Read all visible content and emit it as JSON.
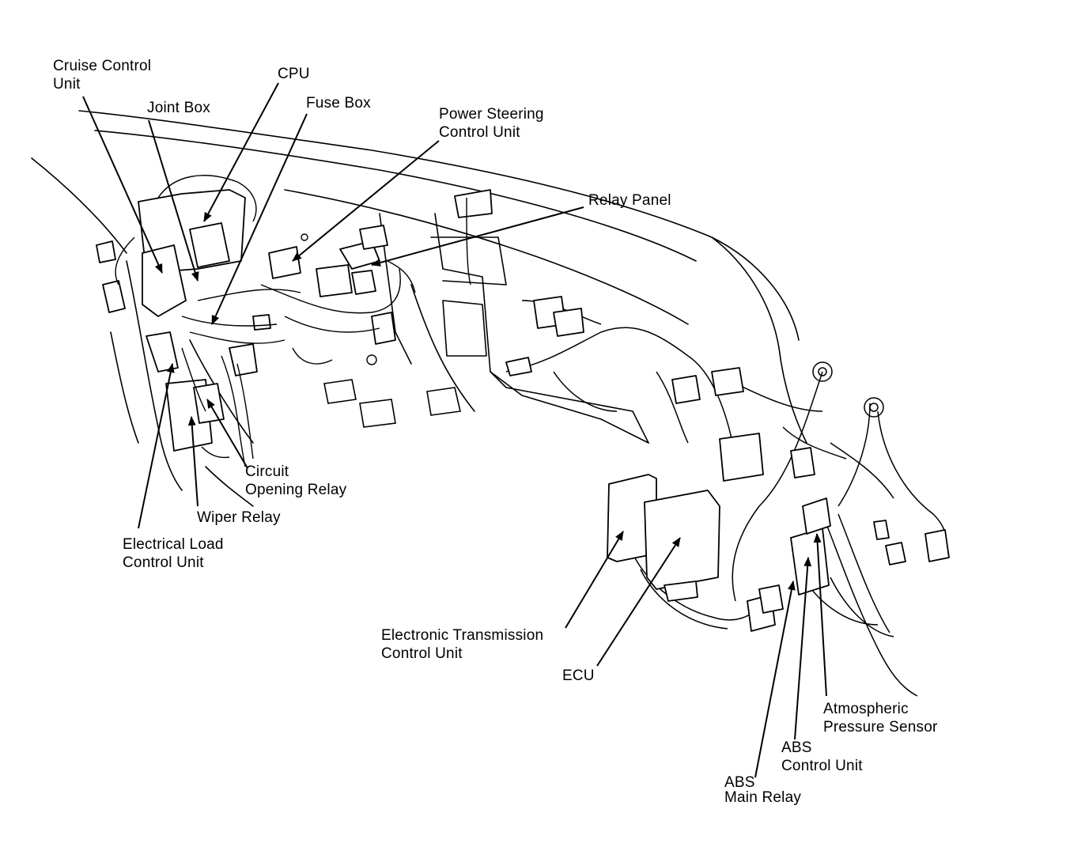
{
  "labels": {
    "cruise_control_unit": {
      "l1": "Cruise Control",
      "l2": "Unit"
    },
    "cpu": {
      "l1": "CPU"
    },
    "joint_box": {
      "l1": "Joint Box"
    },
    "fuse_box": {
      "l1": "Fuse Box"
    },
    "power_steering_control_unit": {
      "l1": "Power Steering",
      "l2": "Control Unit"
    },
    "relay_panel": {
      "l1": "Relay Panel"
    },
    "circuit_opening_relay": {
      "l1": "Circuit",
      "l2": "Opening Relay"
    },
    "wiper_relay": {
      "l1": "Wiper Relay"
    },
    "electrical_load_control_unit": {
      "l1": "Electrical Load",
      "l2": "Control Unit"
    },
    "electronic_transmission_control_unit": {
      "l1": "Electronic Transmission",
      "l2": "Control Unit"
    },
    "ecu": {
      "l1": "ECU"
    },
    "atmospheric_pressure_sensor": {
      "l1": "Atmospheric",
      "l2": "Pressure Sensor"
    },
    "abs_control_unit": {
      "l1": "ABS",
      "l2": "Control Unit"
    },
    "abs_main_relay": {
      "l1": "ABS",
      "l2": "Main Relay"
    }
  },
  "colors": {
    "ink": "#000000",
    "background": "#ffffff"
  }
}
